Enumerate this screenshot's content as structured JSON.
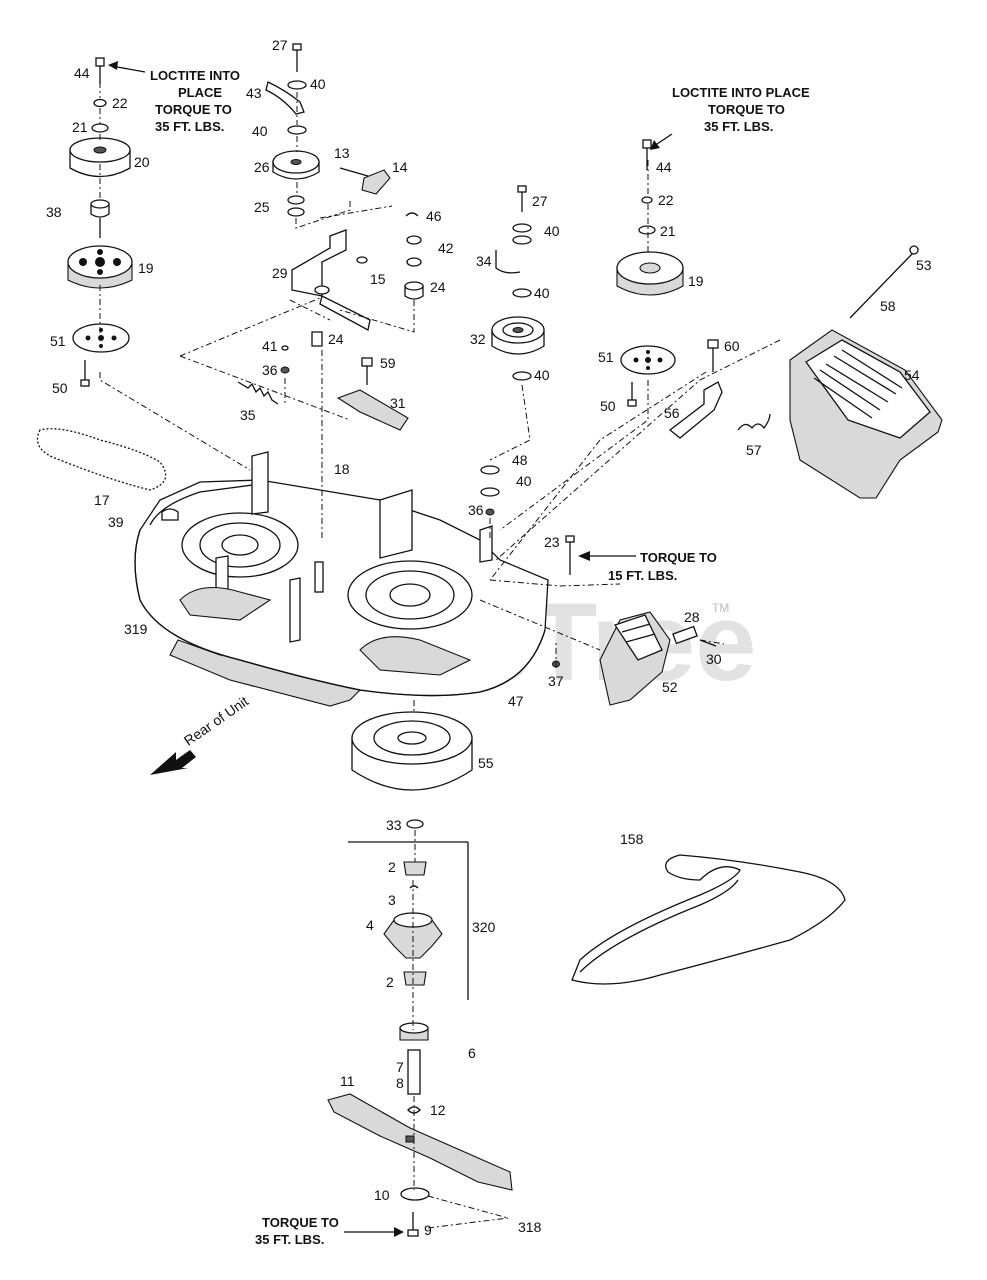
{
  "watermark": {
    "brand": "PartsTree",
    "trademark": "TM"
  },
  "notes": {
    "loctite_left": [
      "LOCTITE INTO",
      "PLACE",
      "TORQUE TO",
      "35 FT. LBS."
    ],
    "loctite_right": [
      "LOCTITE INTO PLACE",
      "TORQUE TO",
      "35 FT. LBS."
    ],
    "torque_15": [
      "TORQUE TO",
      "15 FT. LBS."
    ],
    "torque_35_bottom": [
      "TORQUE TO",
      "35 FT. LBS."
    ],
    "rear_of_unit": "Rear of Unit"
  },
  "part_labels": {
    "p44a": "44",
    "p22a": "22",
    "p21a": "21",
    "p20": "20",
    "p38": "38",
    "p19a": "19",
    "p51a": "51",
    "p50a": "50",
    "p17": "17",
    "p39": "39",
    "p319": "319",
    "p27a": "27",
    "p40a": "40",
    "p43": "43",
    "p40b": "40",
    "p26": "26",
    "p25": "25",
    "p13": "13",
    "p14": "14",
    "p29": "29",
    "p15": "15",
    "p41": "41",
    "p36a": "36",
    "p24a": "24",
    "p35": "35",
    "p59": "59",
    "p31": "31",
    "p18": "18",
    "p46": "46",
    "p42": "42",
    "p24b": "24",
    "p27b": "27",
    "p40c": "40",
    "p34": "34",
    "p40d": "40",
    "p32": "32",
    "p40e": "40",
    "p48": "48",
    "p40f": "40",
    "p36b": "36",
    "p23": "23",
    "p44b": "44",
    "p22b": "22",
    "p21b": "21",
    "p19b": "19",
    "p53": "53",
    "p58": "58",
    "p60": "60",
    "p54": "54",
    "p51b": "51",
    "p50b": "50",
    "p56": "56",
    "p57": "57",
    "p28": "28",
    "p30": "30",
    "p52": "52",
    "p37": "37",
    "p47": "47",
    "p55": "55",
    "p33": "33",
    "p158": "158",
    "p2a": "2",
    "p3": "3",
    "p4": "4",
    "p320": "320",
    "p2b": "2",
    "p6": "6",
    "p7": "7",
    "p8": "8",
    "p11": "11",
    "p12": "12",
    "p10": "10",
    "p318": "318",
    "p9": "9"
  }
}
